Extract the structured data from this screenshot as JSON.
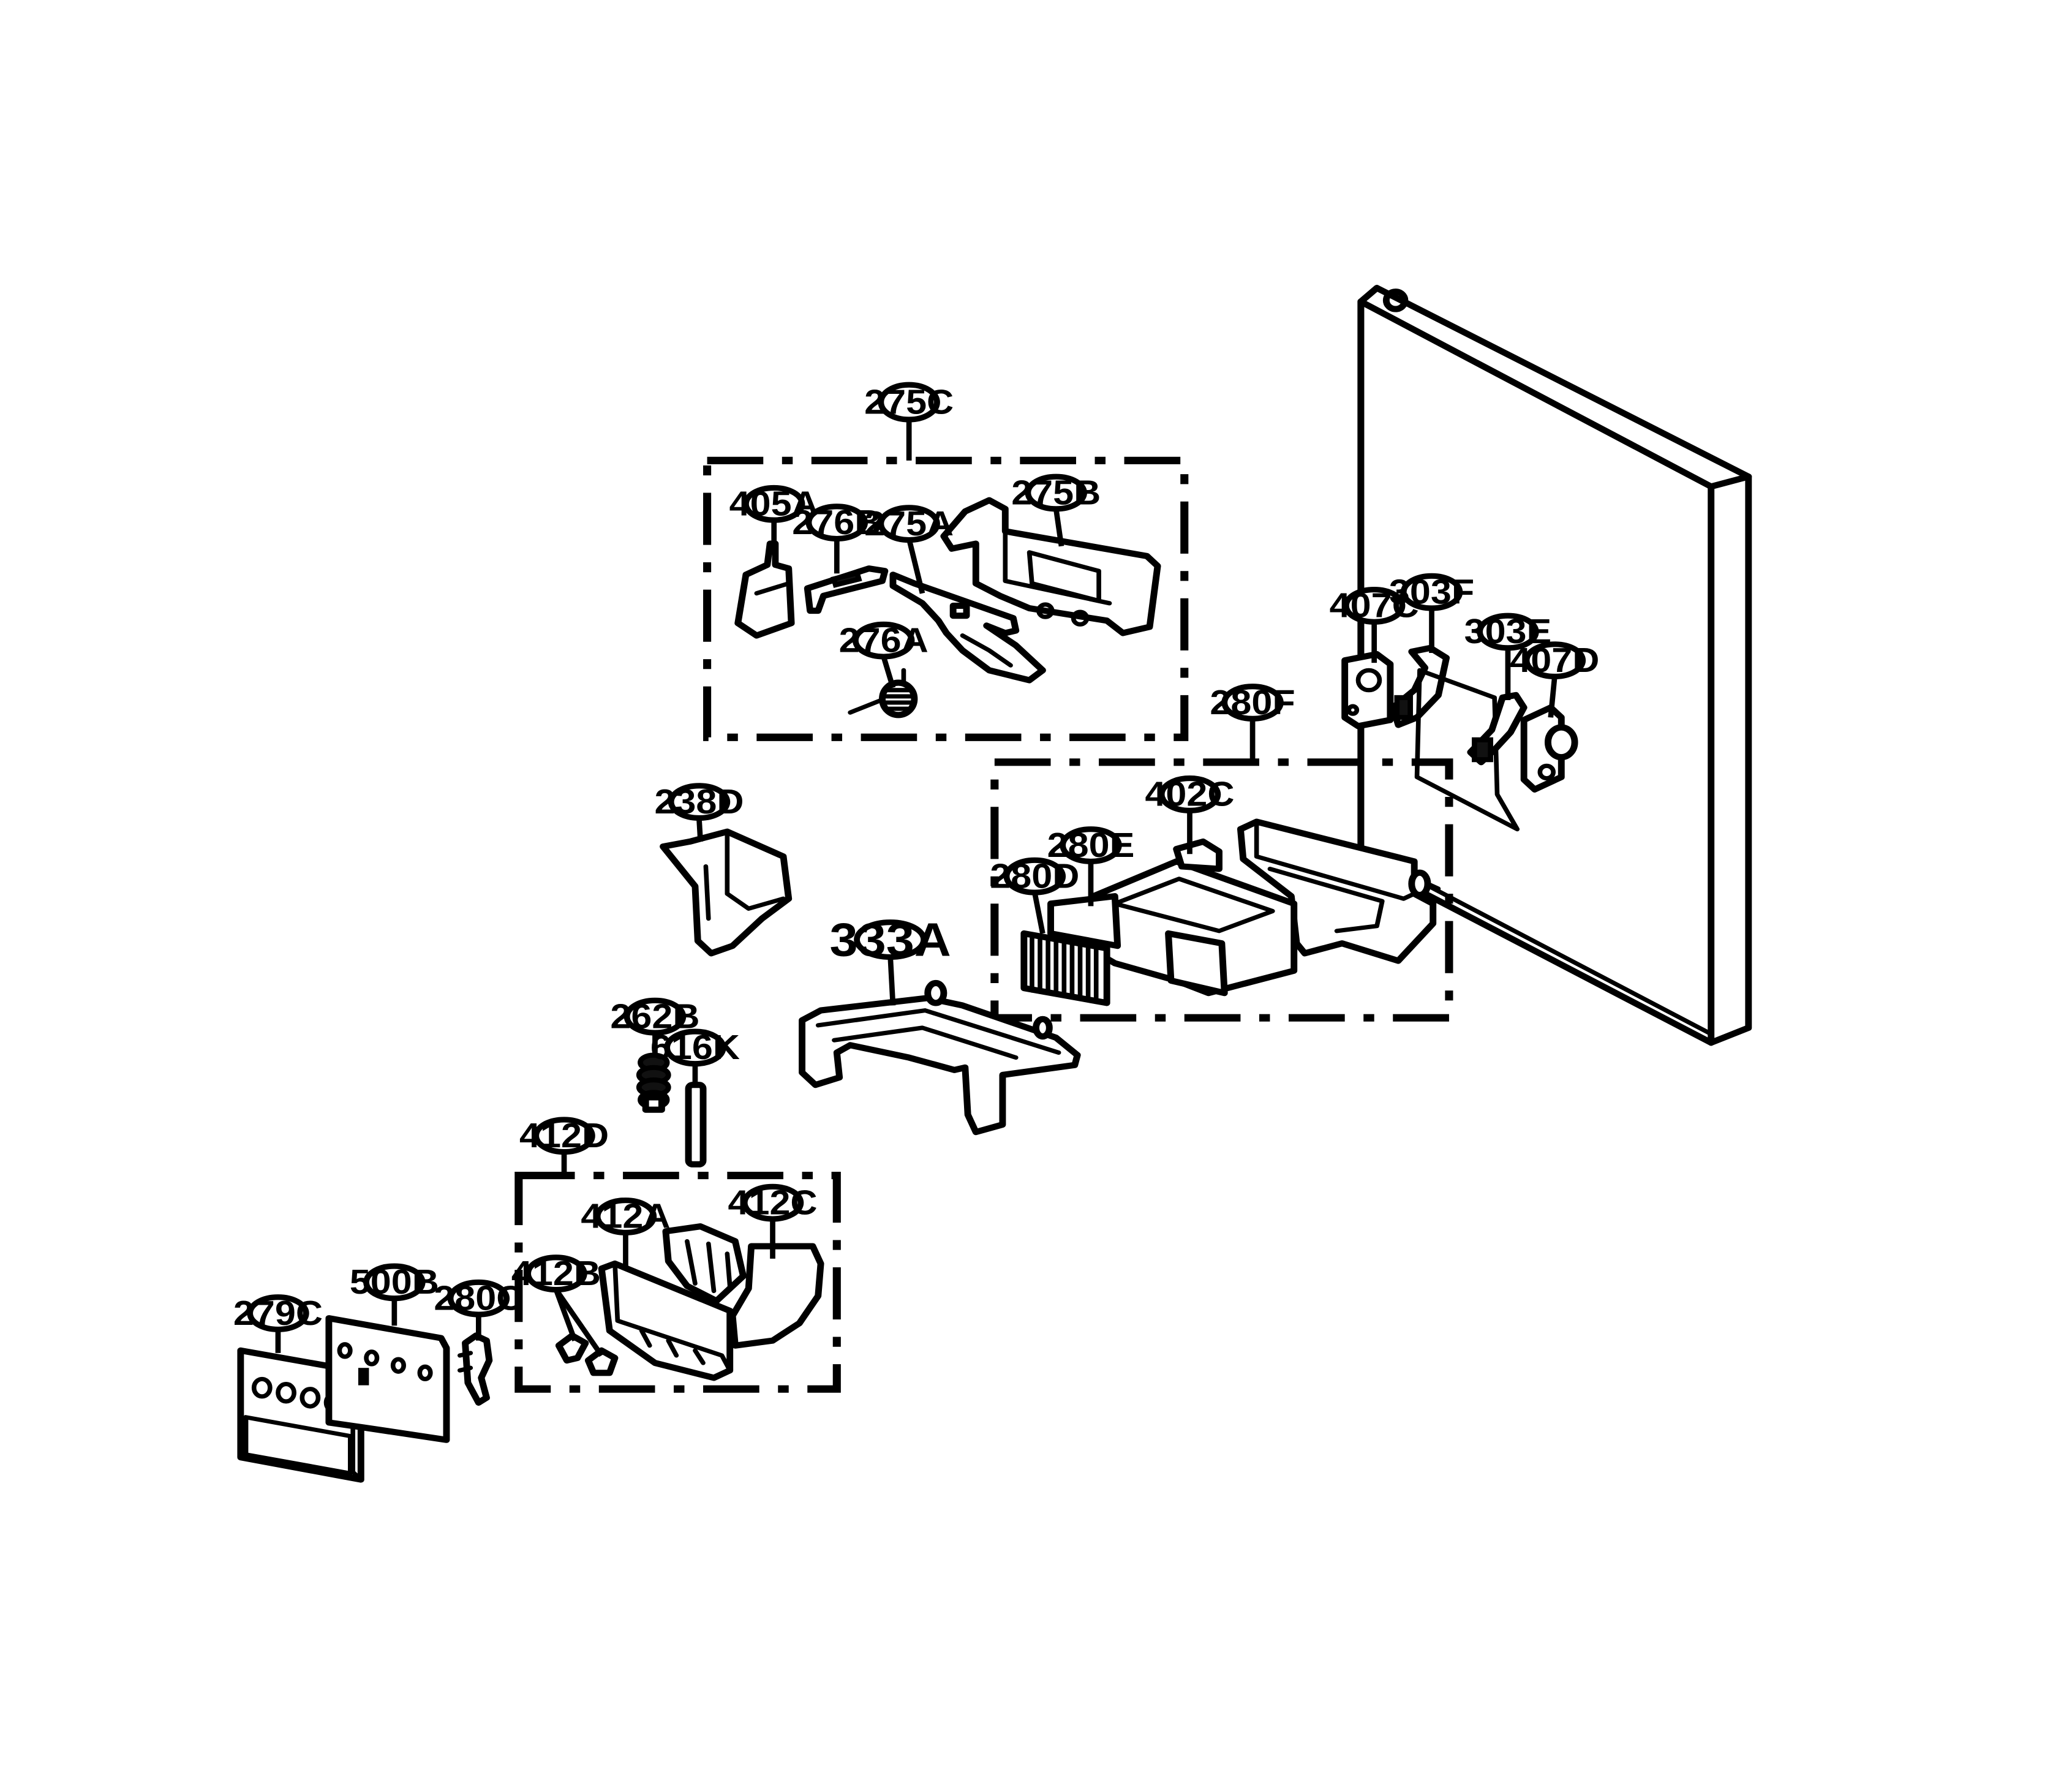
{
  "parts": {
    "p275C": "275C",
    "p405A": "405A",
    "p276B": "276B",
    "p275A": "275A",
    "p275B": "275B",
    "p276A": "276A",
    "p407C": "407C",
    "p303F": "303F",
    "p303E": "303E",
    "p407D": "407D",
    "p280F": "280F",
    "p402C": "402C",
    "p280E": "280E",
    "p280D": "280D",
    "p238D": "238D",
    "p333A": "333A",
    "p262B": "262B",
    "p616K": "616K",
    "p412D": "412D",
    "p412A": "412A",
    "p412C": "412C",
    "p412B": "412B",
    "p279C": "279C",
    "p500B": "500B",
    "p280C": "280C"
  }
}
